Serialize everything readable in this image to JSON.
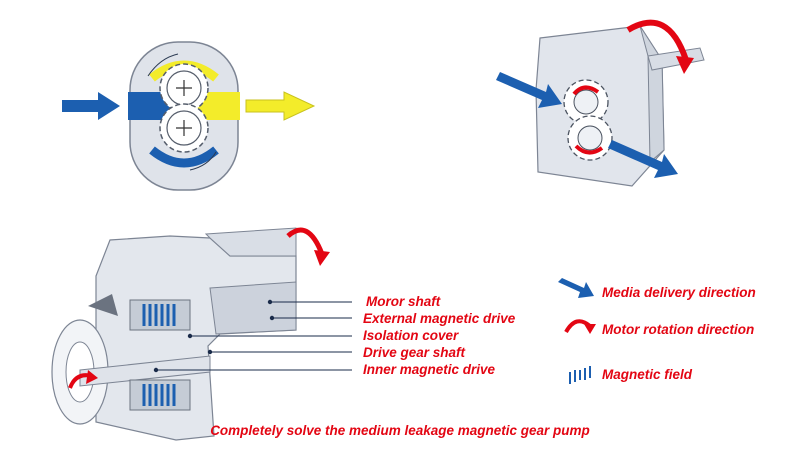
{
  "colors": {
    "label_red": "#e30613",
    "flow_blue": "#1c5fb0",
    "flow_yellow": "#f3ec2a",
    "housing": "#dfe3ea",
    "outline": "#6b7380"
  },
  "icons": [
    "blue-arrow-icon",
    "red-rotation-arrow-icon",
    "magnetic-field-icon"
  ],
  "parts": {
    "motor_shaft": "Moror shaft",
    "external_magnetic_drive": "External magnetic drive",
    "isolation_cover": "Isolation cover",
    "drive_gear_shaft": "Drive gear shaft",
    "inner_magnetic_drive": "Inner magnetic drive"
  },
  "legend": {
    "media_delivery": "Media delivery direction",
    "motor_rotation": "Motor rotation direction",
    "magnetic_field": "Magnetic field"
  },
  "caption": "Completely solve the medium leakage magnetic gear pump"
}
